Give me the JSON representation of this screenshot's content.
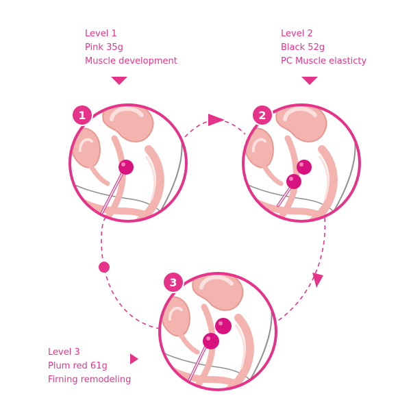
{
  "colors": {
    "accent": "#e5338a",
    "tissue": "#f3b3ae",
    "tissue_dark": "#e79891",
    "outline": "#8e8e8e",
    "ball": "#d8127f"
  },
  "levels": [
    {
      "number": "1",
      "title": "Level 1",
      "detail": "Pink 35g",
      "benefit": "Muscle development"
    },
    {
      "number": "2",
      "title": "Level 2",
      "detail": "Black 52g",
      "benefit": "PC Muscle elasticty"
    },
    {
      "number": "3",
      "title": "Level 3",
      "detail": "Plum red 61g",
      "benefit": "Firning remodeling"
    }
  ]
}
